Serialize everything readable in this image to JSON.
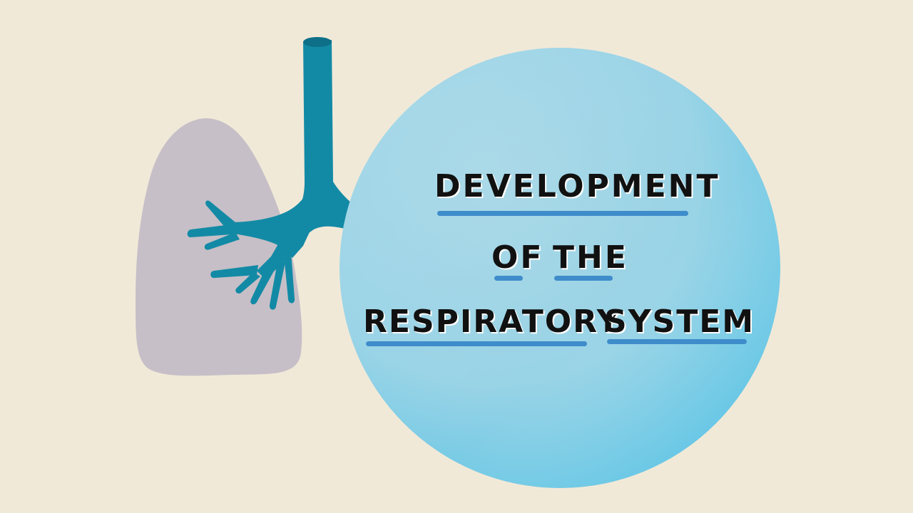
{
  "title": {
    "line1": "Development",
    "line2_word1": "of",
    "line2_word2": "the",
    "line3_word1": "Respiratory",
    "line3_word2": "System",
    "full_text": "Development of the Respiratory System"
  },
  "illustration": {
    "subject": "lung-and-bronchial-tree",
    "parts": [
      "trachea",
      "bronchial-tree",
      "left-lung"
    ]
  },
  "colors": {
    "background": "#f1e9d8",
    "circle_light": "#a3d6e6",
    "circle_dark": "#4fc0e2",
    "lung": "#c6bfc7",
    "trachea": "#138aa5",
    "trachea_top": "#0e7088",
    "text": "#111111",
    "underline": "#3f8ccb"
  }
}
